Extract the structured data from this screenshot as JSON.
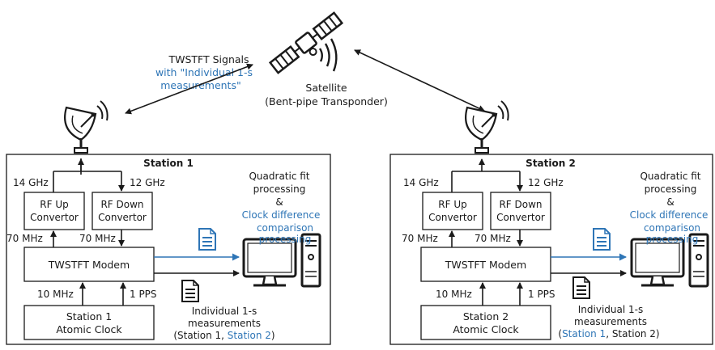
{
  "satellite": {
    "label": "Satellite",
    "sublabel": "(Bent-pipe Transponder)",
    "signal_label_1": "TWSTFT Signals",
    "signal_label_2": "with \"Individual 1-s",
    "signal_label_3": "measurements\""
  },
  "station1": {
    "title": "Station 1",
    "up_freq": "14 GHz",
    "down_freq": "12 GHz",
    "rf_up": [
      "RF Up",
      "Convertor"
    ],
    "rf_down": [
      "RF Down",
      "Convertor"
    ],
    "if_up": "70 MHz",
    "if_down": "70 MHz",
    "modem": "TWSTFT Modem",
    "ref_10": "10 MHz",
    "ref_pps": "1 PPS",
    "clock": [
      "Station 1",
      "Atomic Clock"
    ],
    "proc_1": "Quadratic fit",
    "proc_2": "processing",
    "proc_3": "&",
    "proc_4": "Clock difference",
    "proc_5": "comparison",
    "proc_6": "processing",
    "meas_1": "Individual 1-s",
    "meas_2": "measurements",
    "meas_3a": "(Station 1, ",
    "meas_3b": "Station 2",
    "meas_3c": ")"
  },
  "station2": {
    "title": "Station 2",
    "up_freq": "14 GHz",
    "down_freq": "12 GHz",
    "rf_up": [
      "RF Up",
      "Convertor"
    ],
    "rf_down": [
      "RF Down",
      "Convertor"
    ],
    "if_up": "70 MHz",
    "if_down": "70 MHz",
    "modem": "TWSTFT Modem",
    "ref_10": "10 MHz",
    "ref_pps": "1 PPS",
    "clock": [
      "Station 2",
      "Atomic Clock"
    ],
    "proc_1": "Quadratic fit",
    "proc_2": "processing",
    "proc_3": "&",
    "proc_4": "Clock difference",
    "proc_5": "comparison",
    "proc_6": "processing",
    "meas_1": "Individual 1-s",
    "meas_2": "measurements",
    "meas_3a": "(",
    "meas_3b": "Station 1",
    "meas_3c": ", Station 2)"
  },
  "colors": {
    "accent": "#2e75b6",
    "line": "#1a1a1a"
  }
}
